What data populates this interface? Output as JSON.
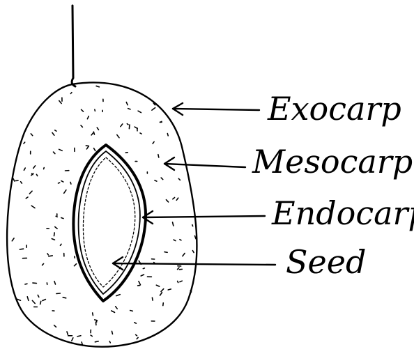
{
  "labels": {
    "exocarp": "Exocarp",
    "mesocarp": "Mesocarp",
    "endocarp": "Endocarp",
    "seed": "Seed"
  },
  "colors": {
    "ink": "#000000",
    "background": "#ffffff"
  }
}
